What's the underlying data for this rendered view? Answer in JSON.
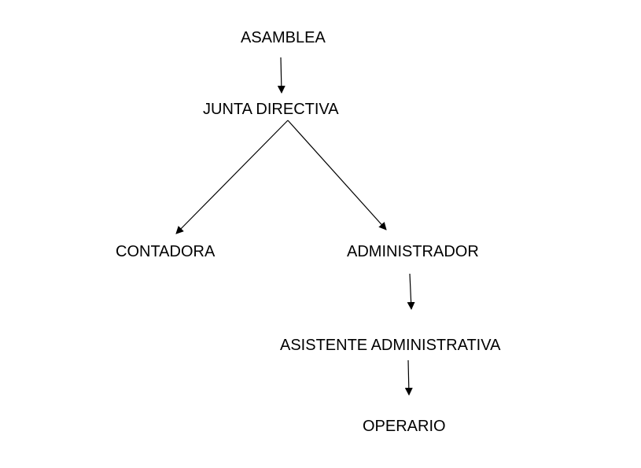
{
  "diagram": {
    "type": "org-chart",
    "nodes": [
      {
        "id": "asamblea",
        "label": "ASAMBLEA"
      },
      {
        "id": "junta",
        "label": "JUNTA DIRECTIVA"
      },
      {
        "id": "contadora",
        "label": "CONTADORA"
      },
      {
        "id": "administrador",
        "label": "ADMINISTRADOR"
      },
      {
        "id": "asistente",
        "label": "ASISTENTE ADMINISTRATIVA"
      },
      {
        "id": "operario",
        "label": "OPERARIO"
      }
    ],
    "edges": [
      {
        "from": "asamblea",
        "to": "junta"
      },
      {
        "from": "junta",
        "to": "contadora"
      },
      {
        "from": "junta",
        "to": "administrador"
      },
      {
        "from": "administrador",
        "to": "asistente"
      },
      {
        "from": "asistente",
        "to": "operario"
      }
    ],
    "colors": {
      "line": "#000000",
      "text": "#000000",
      "background": "#ffffff"
    }
  }
}
